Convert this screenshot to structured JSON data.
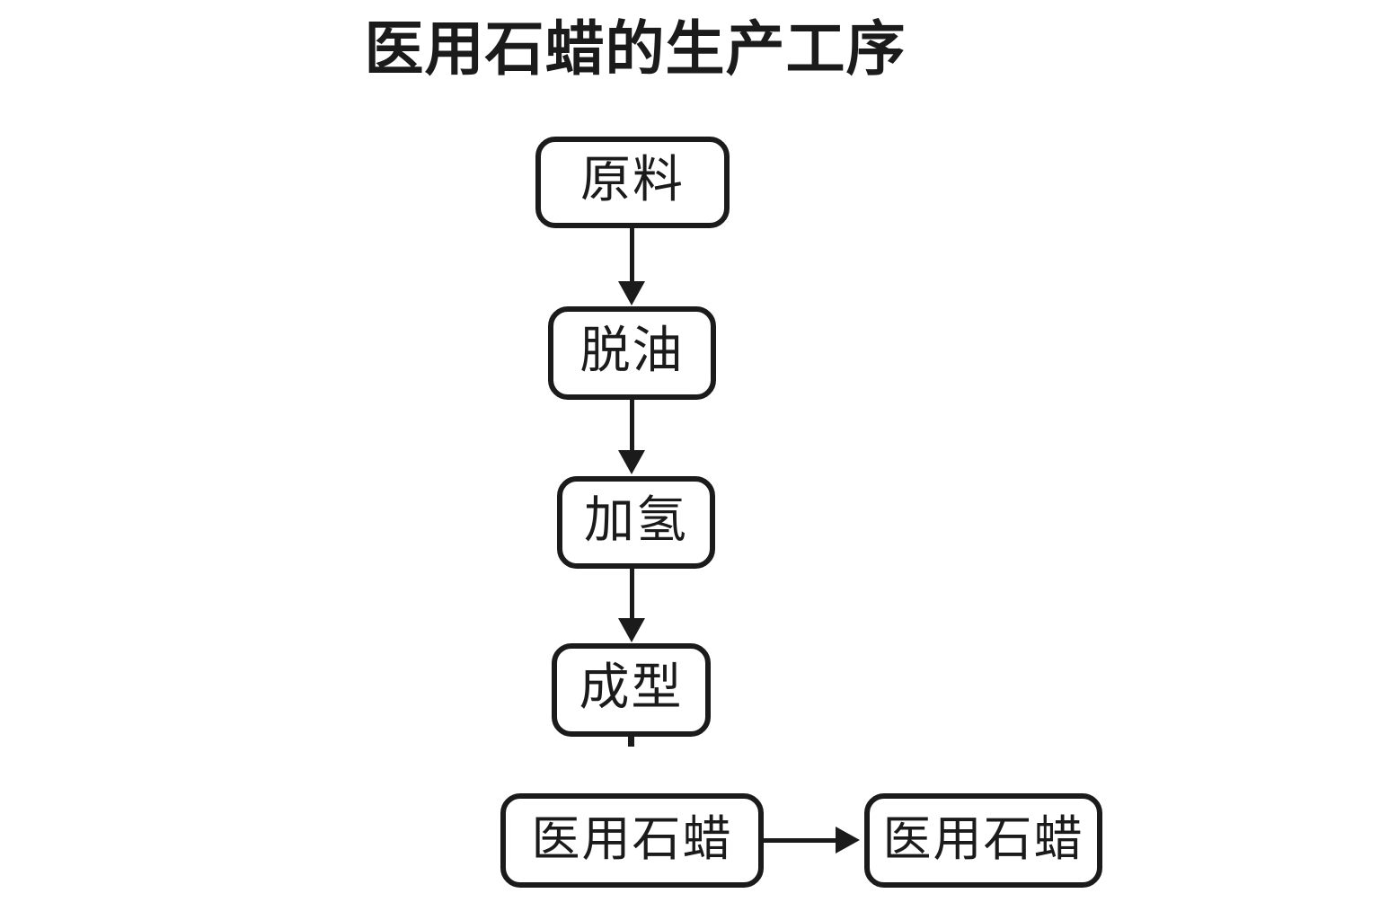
{
  "document": {
    "title": "医用石蜡的生产工序",
    "background_color": "#ffffff",
    "stroke_color": "#1b1b1b",
    "text_color": "#1b1b1b"
  },
  "chart_data": {
    "type": "diagram",
    "diagram_kind": "flowchart",
    "orientation": "top-to-bottom",
    "title": "医用石蜡的生产工序",
    "nodes": [
      {
        "id": "raw",
        "label": "原料",
        "shape": "rounded-rectangle"
      },
      {
        "id": "deoil",
        "label": "脱油",
        "shape": "rounded-rectangle"
      },
      {
        "id": "hydro",
        "label": "加氢",
        "shape": "rounded-rectangle"
      },
      {
        "id": "form",
        "label": "成型",
        "shape": "rounded-rectangle"
      },
      {
        "id": "product_a",
        "label": "医用石蜡",
        "shape": "rounded-rectangle"
      },
      {
        "id": "product_b",
        "label": "医用石蜡",
        "shape": "rounded-rectangle"
      }
    ],
    "edges": [
      {
        "from": "raw",
        "to": "deoil",
        "style": "solid",
        "arrow": "down"
      },
      {
        "from": "deoil",
        "to": "hydro",
        "style": "solid",
        "arrow": "down"
      },
      {
        "from": "hydro",
        "to": "form",
        "style": "solid",
        "arrow": "down"
      },
      {
        "from": "form",
        "to": "product_a",
        "style": "stub",
        "arrow": "none"
      },
      {
        "from": "product_a",
        "to": "product_b",
        "style": "solid",
        "arrow": "right"
      }
    ]
  },
  "nodes": {
    "raw": {
      "label": "原料"
    },
    "deoil": {
      "label": "脱油"
    },
    "hydro": {
      "label": "加氢"
    },
    "form": {
      "label": "成型"
    },
    "product_a": {
      "label": "医用石蜡"
    },
    "product_b": {
      "label": "医用石蜡"
    }
  }
}
